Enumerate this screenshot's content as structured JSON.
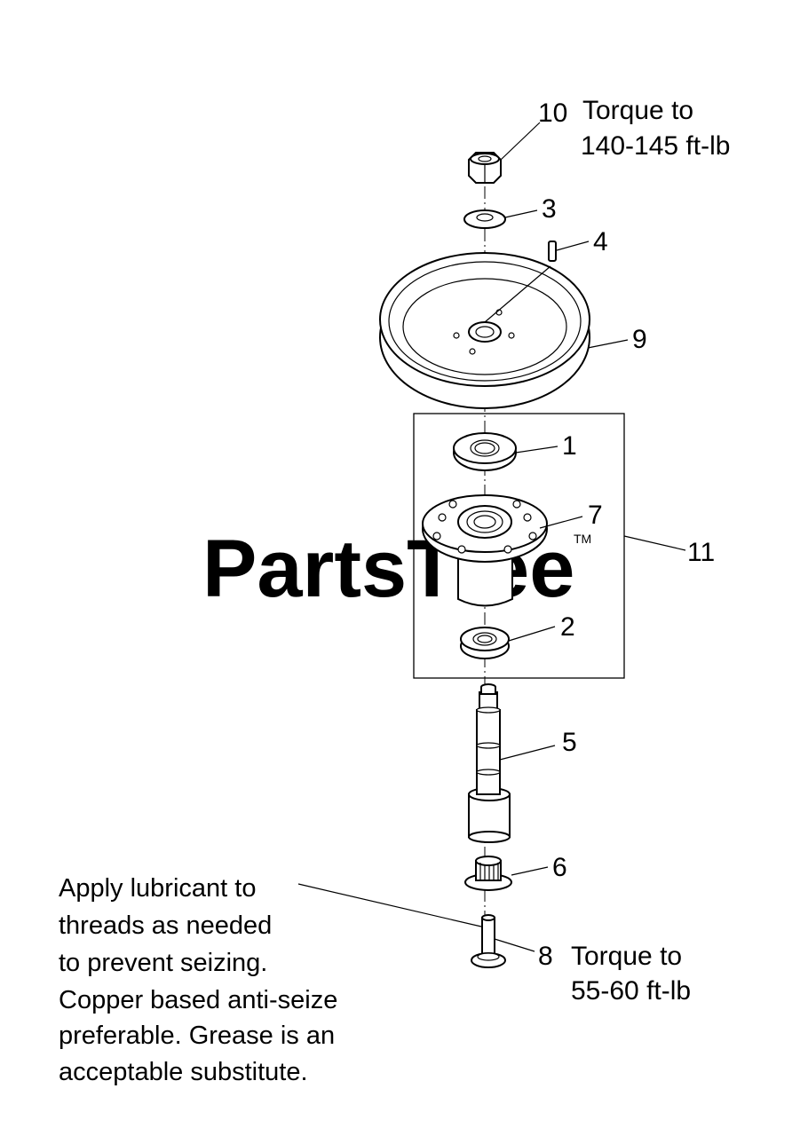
{
  "watermark": {
    "text": "PartsTree",
    "tm": "TM"
  },
  "callouts": [
    {
      "id": "10",
      "text": "10"
    },
    {
      "id": "3",
      "text": "3"
    },
    {
      "id": "4",
      "text": "4"
    },
    {
      "id": "9",
      "text": "9"
    },
    {
      "id": "1",
      "text": "1"
    },
    {
      "id": "7",
      "text": "7"
    },
    {
      "id": "11",
      "text": "11"
    },
    {
      "id": "2",
      "text": "2"
    },
    {
      "id": "5",
      "text": "5"
    },
    {
      "id": "6",
      "text": "6"
    },
    {
      "id": "8",
      "text": "8"
    }
  ],
  "torque_nut": {
    "line1": "Torque to",
    "line2": "140-145 ft-lb"
  },
  "torque_bolt": {
    "line1": "Torque to",
    "line2": "55-60 ft-lb"
  },
  "lubricant_note": {
    "lines": [
      "Apply lubricant to",
      "threads as needed",
      "to prevent seizing.",
      "Copper based anti-seize",
      "preferable. Grease is an",
      "acceptable substitute."
    ]
  },
  "colors": {
    "line": "#000000",
    "background": "#ffffff",
    "watermark": "#d3d3d3"
  }
}
